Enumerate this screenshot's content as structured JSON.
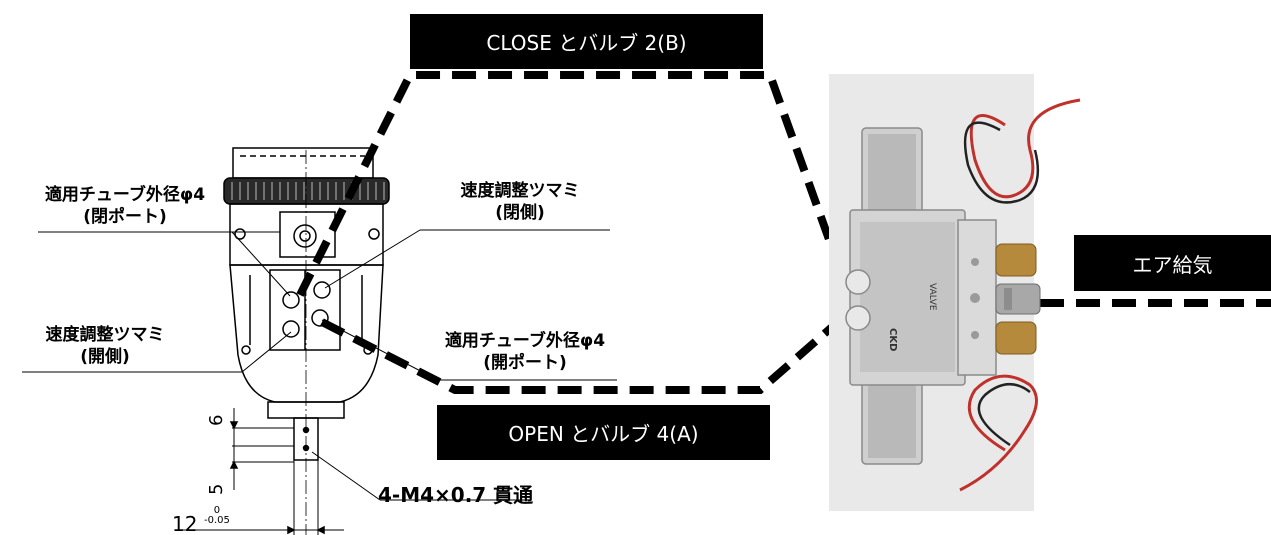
{
  "callouts": {
    "close": "CLOSE とバルブ 2(B)",
    "open": "OPEN とバルブ 4(A)",
    "air": "エア給気"
  },
  "labels": {
    "tube_close_line1": "適用チューブ外径φ4",
    "tube_close_line2": "(閉ポート)",
    "speed_close_line1": "速度調整ツマミ",
    "speed_close_line2": "(閉側)",
    "speed_open_line1": "速度調整ツマミ",
    "speed_open_line2": "(開側)",
    "tube_open_line1": "適用チューブ外径φ4",
    "tube_open_line2": "(開ポート)"
  },
  "dimensions": {
    "d6": "6",
    "d5": "5",
    "thread": "4-M4×0.7 貫通",
    "width": "12",
    "tol_upper": "0",
    "tol_lower": "-0.05"
  },
  "valve_marks": {
    "brand": "CKD",
    "model": "VALVE"
  },
  "colors": {
    "callout_bg": "#000000",
    "callout_text": "#ffffff",
    "dash_line": "#000000",
    "photo_bg": "#e9e9ea",
    "wire_red": "#c0312b",
    "fitting_brass": "#b58a3c"
  }
}
